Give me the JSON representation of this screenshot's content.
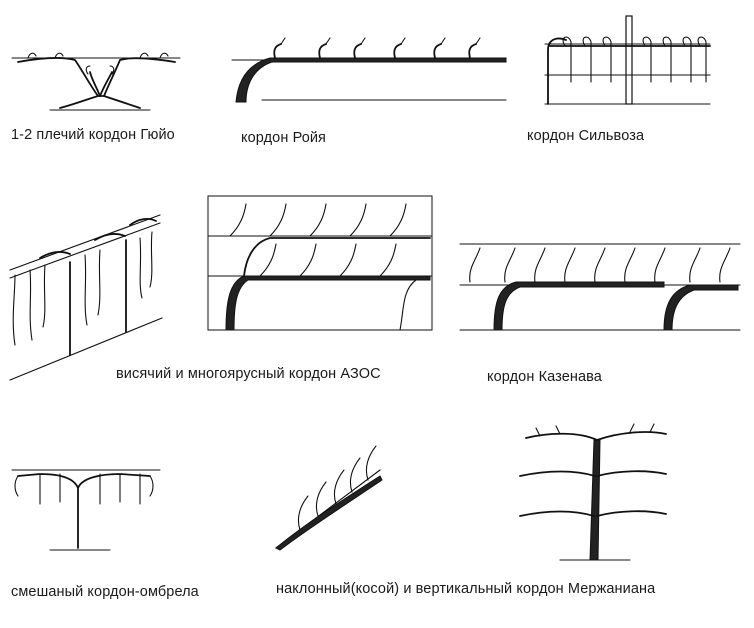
{
  "captions": {
    "guyot": "1-2 плечий кордон Гюйо",
    "royat": "кордон Ройя",
    "sylvoz": "кордон Сильвоза",
    "azos": "висячий и многоярусный кордон АЗОС",
    "cazenave": "кордон Казенава",
    "umbrella": "смешаный кордон-омбрела",
    "mercanian": "наклонный(косой) и вертикальный кордон Мержаниана"
  }
}
